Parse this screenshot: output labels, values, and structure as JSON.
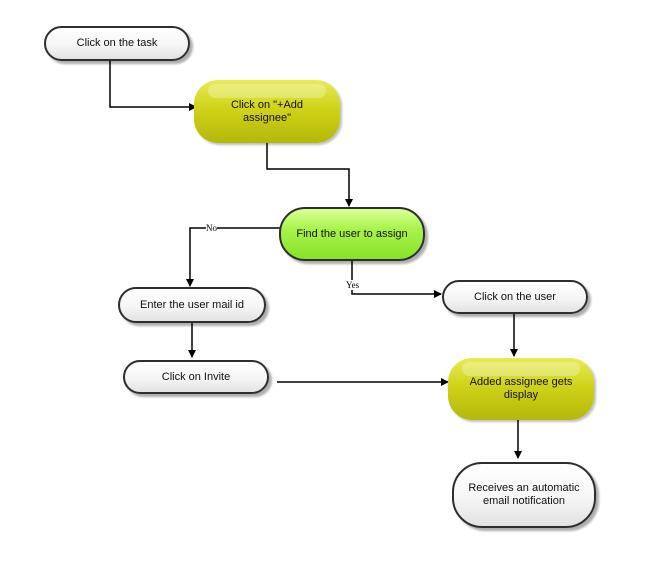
{
  "nodes": {
    "click_task": "Click on the task",
    "add_assignee": "Click on \"+Add assignee\"",
    "find_user": "Find the user to assign",
    "enter_mail": "Enter the user mail id",
    "click_invite": "Click on Invite",
    "click_user": "Click on the user",
    "added_display": "Added assignee gets display",
    "email_notification": "Receives an automatic email notification"
  },
  "edge_labels": {
    "no": "No",
    "yes": "Yes"
  },
  "colors": {
    "pill_fill": "#f4f4f4",
    "decision_green": "#98ec3a",
    "process_olive": "#c9cd12",
    "line": "#000000"
  }
}
